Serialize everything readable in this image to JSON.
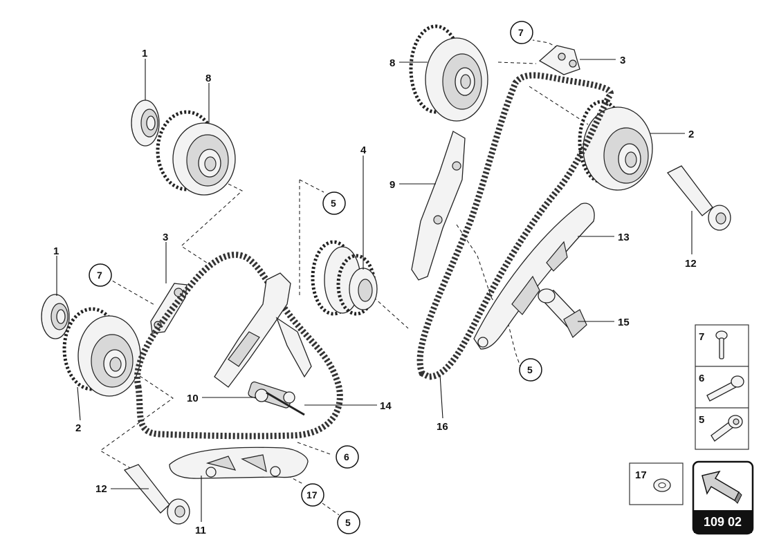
{
  "labels": {
    "l1a": "1",
    "l8a": "8",
    "l1b": "1",
    "l3a": "3",
    "l2a": "2",
    "l12a": "12",
    "l10": "10",
    "l11": "11",
    "l4": "4",
    "l9": "9",
    "l8b": "8",
    "l3b": "3",
    "l2b": "2",
    "l12b": "12",
    "l13": "13",
    "l15": "15",
    "l14": "14",
    "l16": "16"
  },
  "circled": {
    "c5a": "5",
    "c7a": "7",
    "c7b": "7",
    "c5b": "5",
    "c6": "6",
    "c17": "17",
    "c5c": "5"
  },
  "legend": {
    "items": [
      {
        "label": "7",
        "icon": "screw-icon"
      },
      {
        "label": "6",
        "icon": "bolt-icon"
      },
      {
        "label": "5",
        "icon": "bolt-flange-icon"
      }
    ],
    "washer": {
      "label": "17",
      "icon": "washer-icon"
    }
  },
  "reference": {
    "code": "109 02",
    "icon": "arrow-icon"
  }
}
